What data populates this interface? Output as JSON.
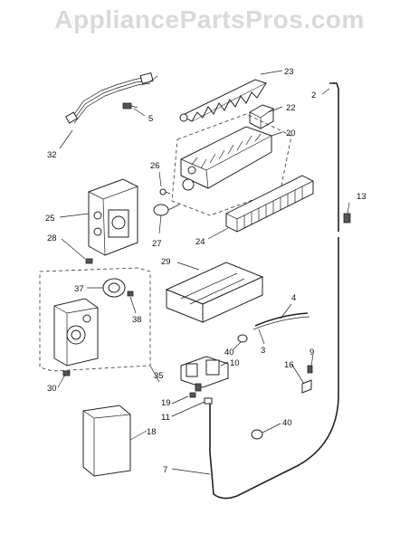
{
  "watermark": "AppliancePartsPros.com",
  "callouts": [
    {
      "id": "c23",
      "text": "23"
    },
    {
      "id": "c2",
      "text": "2"
    },
    {
      "id": "c5",
      "text": "5"
    },
    {
      "id": "c22",
      "text": "22"
    },
    {
      "id": "c32",
      "text": "32"
    },
    {
      "id": "c20",
      "text": "20"
    },
    {
      "id": "c26",
      "text": "26"
    },
    {
      "id": "c13",
      "text": "13"
    },
    {
      "id": "c25",
      "text": "25"
    },
    {
      "id": "c28",
      "text": "28"
    },
    {
      "id": "c27",
      "text": "27"
    },
    {
      "id": "c24",
      "text": "24"
    },
    {
      "id": "c29",
      "text": "29"
    },
    {
      "id": "c37",
      "text": "37"
    },
    {
      "id": "c38",
      "text": "38"
    },
    {
      "id": "c4",
      "text": "4"
    },
    {
      "id": "c40a",
      "text": "40"
    },
    {
      "id": "c3",
      "text": "3"
    },
    {
      "id": "c9",
      "text": "9"
    },
    {
      "id": "c10",
      "text": "10"
    },
    {
      "id": "c16",
      "text": "16"
    },
    {
      "id": "c35",
      "text": "35"
    },
    {
      "id": "c30",
      "text": "30"
    },
    {
      "id": "c19",
      "text": "19"
    },
    {
      "id": "c11",
      "text": "11"
    },
    {
      "id": "c18",
      "text": "18"
    },
    {
      "id": "c40b",
      "text": "40"
    },
    {
      "id": "c7",
      "text": "7"
    }
  ]
}
